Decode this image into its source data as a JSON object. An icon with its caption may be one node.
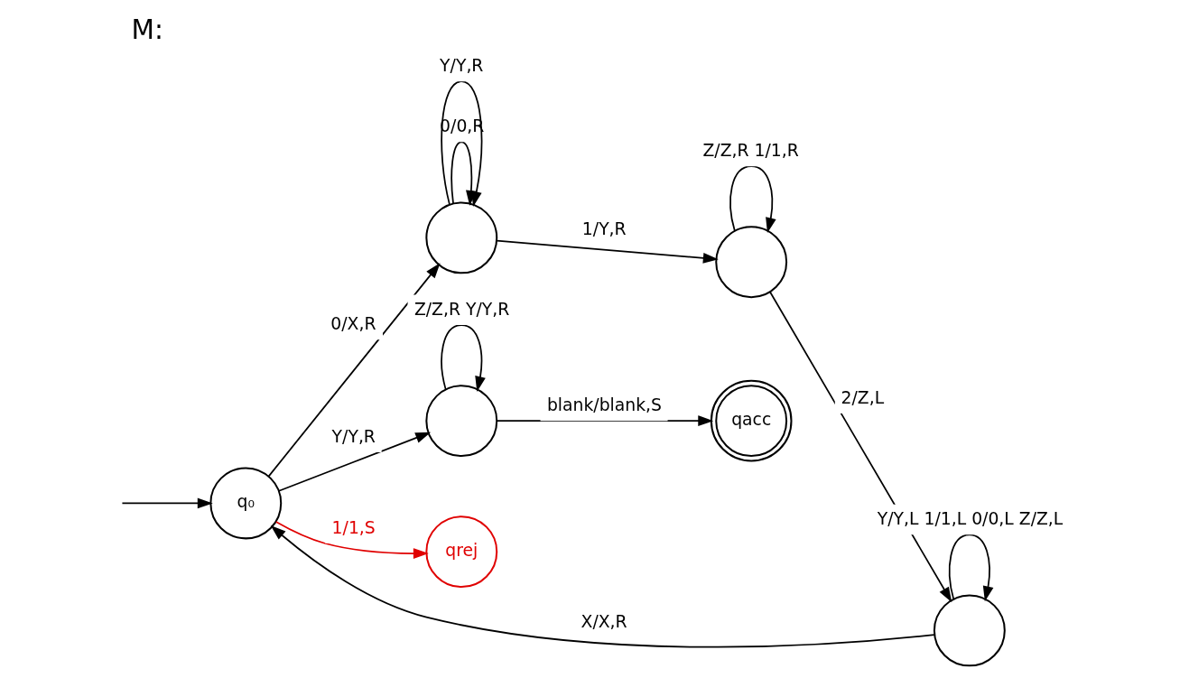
{
  "diagram": {
    "title": "M:",
    "nodes": [
      {
        "text": [
          "q₀"
        ]
      },
      {
        "text": [],
        "shape": "circle"
      },
      {
        "text": [],
        "shape": "circle"
      },
      {
        "text": [],
        "shape": "circle"
      },
      {
        "text": [],
        "shape": "circle"
      },
      {
        "text": [
          "qacc"
        ]
      },
      {
        "text": [
          "qrej"
        ]
      }
    ],
    "edges": [
      {
        "from": null,
        "to": 0,
        "arrow": "to"
      },
      {
        "from": 0,
        "to": 1,
        "arrow": "to",
        "label": "0/X,R"
      },
      {
        "from": 1,
        "to": 1,
        "arrow": "to",
        "label": "0/0,R"
      },
      {
        "from": 1,
        "to": 1,
        "arrow": "to",
        "label": "Y/Y,R"
      },
      {
        "from": 1,
        "to": 2,
        "arrow": "to",
        "label": "1/Y,R"
      },
      {
        "from": 2,
        "to": 2,
        "arrow": "to",
        "label": "Z/Z,R 1/1,R"
      },
      {
        "from": 2,
        "to": 3,
        "arrow": "to",
        "label": "2/Z,L"
      },
      {
        "from": 3,
        "to": 3,
        "arrow": "to",
        "label": "Y/Y,L 1/1,L 0/0,L Z/Z,L"
      },
      {
        "from": 3,
        "to": 0,
        "arrow": "to",
        "label": "X/X,R"
      },
      {
        "from": 0,
        "to": 4,
        "arrow": "to",
        "label": "Y/Y,R"
      },
      {
        "from": 4,
        "to": 4,
        "arrow": "to",
        "label": "Z/Z,R Y/Y,R"
      },
      {
        "from": 4,
        "to": 5,
        "arrow": "to",
        "label": "blank/blank,S"
      },
      {
        "from": 0,
        "to": 6,
        "arrow": "to",
        "label": "1/1,S",
        "color": "#e00000"
      }
    ]
  }
}
